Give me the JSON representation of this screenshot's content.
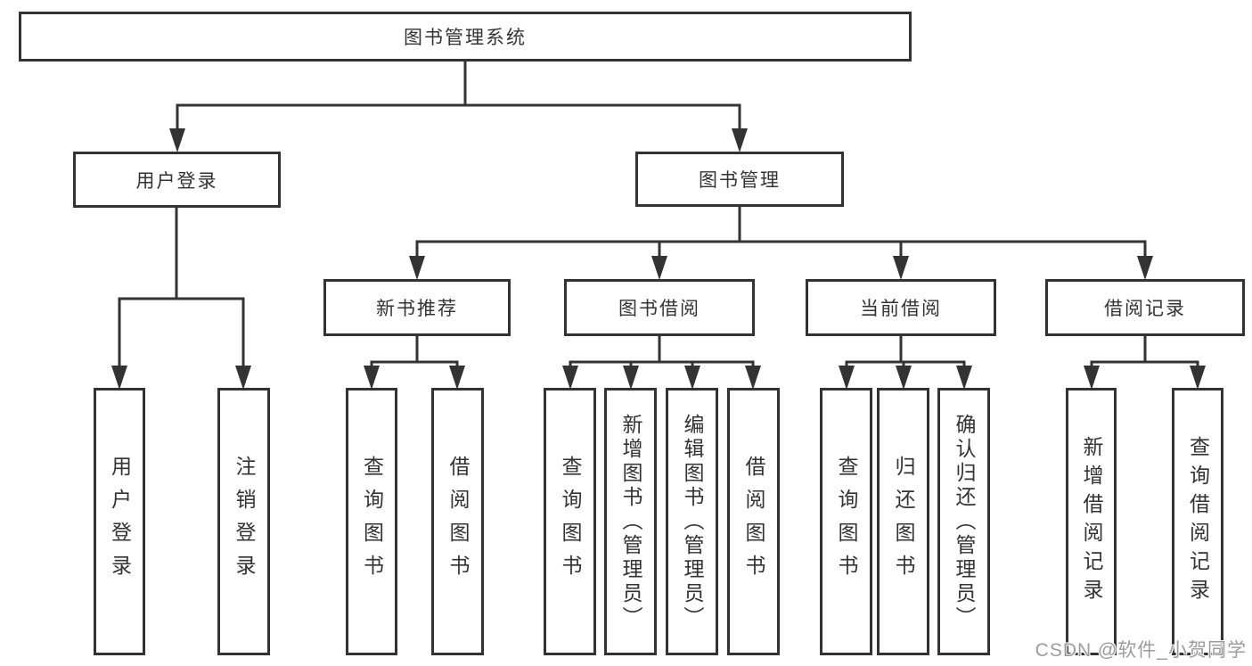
{
  "diagram": {
    "colors": {
      "line": "#333333",
      "box_border": "#333333",
      "text": "#333333",
      "watermark": "#9c9c9c",
      "background": "#ffffff"
    },
    "tree": {
      "label": "图书管理系统",
      "children": [
        {
          "label": "用户登录",
          "children": [
            {
              "label": "用户登录"
            },
            {
              "label": "注销登录"
            }
          ]
        },
        {
          "label": "图书管理",
          "children": [
            {
              "label": "新书推荐",
              "children": [
                {
                  "label": "查询图书"
                },
                {
                  "label": "借阅图书"
                }
              ]
            },
            {
              "label": "图书借阅",
              "children": [
                {
                  "label": "查询图书"
                },
                {
                  "label": "新增图书（管理员）"
                },
                {
                  "label": "编辑图书（管理员）"
                },
                {
                  "label": "借阅图书"
                }
              ]
            },
            {
              "label": "当前借阅",
              "children": [
                {
                  "label": "查询图书"
                },
                {
                  "label": "归还图书"
                },
                {
                  "label": "确认归还（管理员）"
                }
              ]
            },
            {
              "label": "借阅记录",
              "children": [
                {
                  "label": "新增借阅记录"
                },
                {
                  "label": "查询借阅记录"
                }
              ]
            }
          ]
        }
      ]
    },
    "watermark": "CSDN @软件_小贺同学"
  }
}
